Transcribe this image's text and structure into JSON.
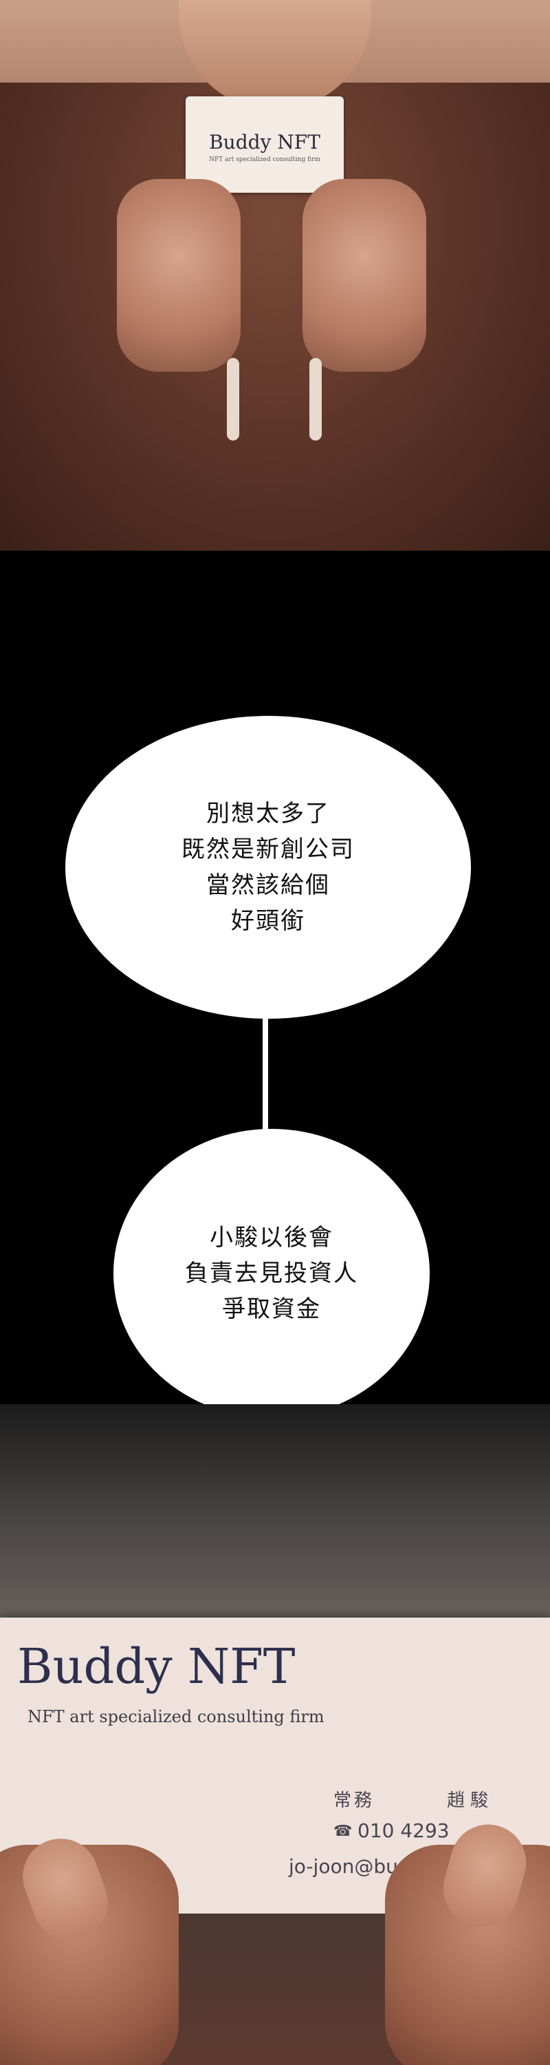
{
  "panel_top": {
    "card_brand": "Buddy NFT",
    "card_tagline": "NFT art specialized consulting firm"
  },
  "bubbles": [
    {
      "lines": [
        "別想太多了",
        "既然是新創公司",
        "當然該給個",
        "好頭銜"
      ]
    },
    {
      "lines": [
        "小駿以後會",
        "負責去見投資人",
        "爭取資金"
      ]
    }
  ],
  "business_card": {
    "brand": "Buddy NFT",
    "tagline": "NFT art specialized consulting firm",
    "title": "常務",
    "name": "趙駿",
    "phone_icon": "phone-icon",
    "phone": "010 4293",
    "email": "jo-joon@buddyn"
  }
}
